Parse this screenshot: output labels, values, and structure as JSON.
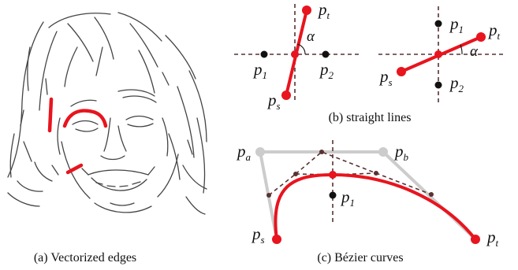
{
  "panel_a": {
    "caption": "(a) Vectorized edges"
  },
  "panel_b": {
    "caption": "(b) straight lines",
    "left": {
      "pt": {
        "base": "p",
        "sub": "t"
      },
      "p1": {
        "base": "p",
        "sub": "1"
      },
      "p2": {
        "base": "p",
        "sub": "2"
      },
      "ps": {
        "base": "p",
        "sub": "s"
      },
      "alpha": "α"
    },
    "right": {
      "pt": {
        "base": "p",
        "sub": "t"
      },
      "p1": {
        "base": "p",
        "sub": "1"
      },
      "p2": {
        "base": "p",
        "sub": "2"
      },
      "ps": {
        "base": "p",
        "sub": "s"
      },
      "alpha": "α"
    }
  },
  "panel_c": {
    "caption": "(c) Bézier curves",
    "pa": {
      "base": "p",
      "sub": "a"
    },
    "pb": {
      "base": "p",
      "sub": "b"
    },
    "p1": {
      "base": "p",
      "sub": "1"
    },
    "ps": {
      "base": "p",
      "sub": "s"
    },
    "pt": {
      "base": "p",
      "sub": "t"
    }
  },
  "colors": {
    "accent_red": "#e8141e",
    "guide_dashed": "#5a3131",
    "control_grey": "#cccccc",
    "sketch": "#444444"
  }
}
